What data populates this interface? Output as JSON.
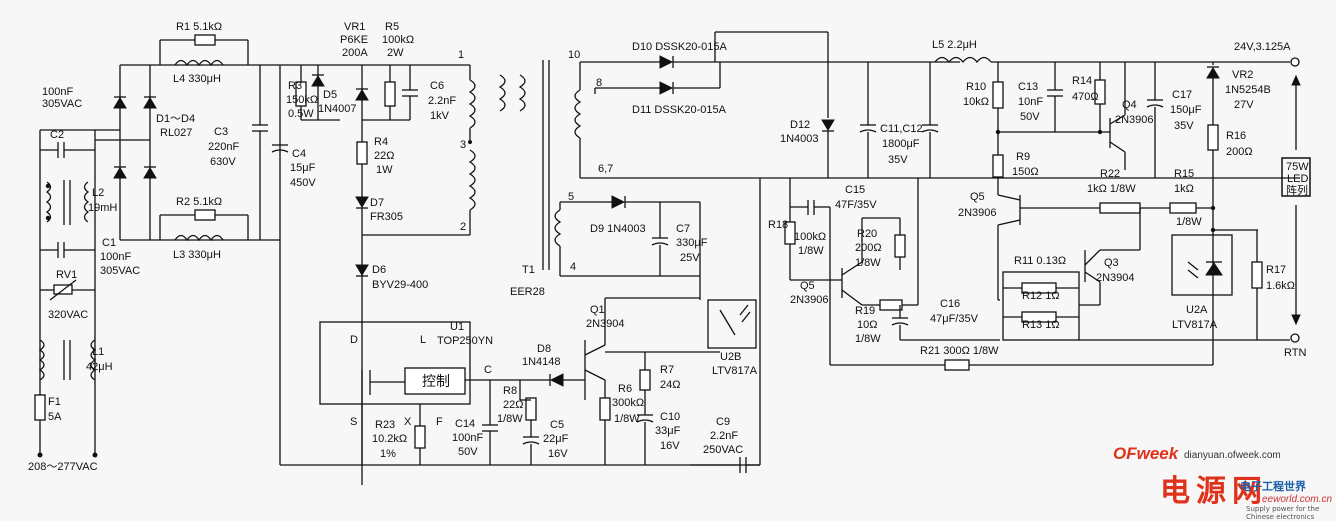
{
  "labels": {
    "C2_cap": "100nF",
    "C2_volt": "305VAC",
    "C2": "C2",
    "L2": "L2",
    "L2_val": "19mH",
    "C1": "C1",
    "C1_cap": "100nF",
    "C1_volt": "305VAC",
    "RV1": "RV1",
    "RV1_val": "320VAC",
    "L1": "L1",
    "L1_val": "42μH",
    "F1": "F1",
    "F1_val": "5A",
    "vin": "208～277VAC",
    "R1": "R1  5.1kΩ",
    "L4": "L4  330μH",
    "D1D4": "D1～D4",
    "D1D4_val": "RL027",
    "C3": "C3",
    "C3_cap": "220nF",
    "C3_volt": "630V",
    "R2": "R2  5.1kΩ",
    "L3": "L3  330μH",
    "R3": "R3",
    "R3_val": "150kΩ",
    "R3_pow": "0.5W",
    "C4": "C4",
    "C4_cap": "15μF",
    "C4_volt": "450V",
    "VR1": "VR1",
    "VR1_type": "P6KE",
    "VR1_val": "200A",
    "D5": "D5",
    "D5_type": "1N4007",
    "R5": "R5",
    "R5_val": "100kΩ",
    "R5_pow": "2W",
    "C6": "C6",
    "C6_cap": "2.2nF",
    "C6_volt": "1kV",
    "R4": "R4",
    "R4_val": "22Ω",
    "R4_pow": "1W",
    "D7": "D7",
    "D7_type": "FR305",
    "D6": "D6",
    "D6_type": "BYV29-400",
    "pin1": "1",
    "pin3": "3",
    "pin2": "2",
    "pin10": "10",
    "pin8": "8",
    "pin67": "6,7",
    "pin5": "5",
    "pin4": "4",
    "D10": "D10  DSSK20-015A",
    "D11": "D11  DSSK20-015A",
    "D9": "D9  1N4003",
    "C7": "C7",
    "C7_cap": "330μF",
    "C7_volt": "25V",
    "T1": "T1",
    "T1_type": "EER28",
    "U1": "U1",
    "U1_type": "TOP250YN",
    "pinD": "D",
    "pinL": "L",
    "pinS": "S",
    "pinX": "X",
    "pinF": "F",
    "pinC": "C",
    "ctrl": "控制",
    "R23": "R23",
    "R23_val": "10.2kΩ",
    "R23_tol": "1%",
    "C14": "C14",
    "C14_cap": "100nF",
    "C14_volt": "50V",
    "R8": "R8",
    "R8_val": "22Ω",
    "R8_pow": "1/8W",
    "C5": "C5",
    "C5_cap": "22μF",
    "C5_volt": "16V",
    "D8": "D8",
    "D8_type": "1N4148",
    "Q1": "Q1",
    "Q1_type": "2N3904",
    "R6": "R6",
    "R6_val": "300kΩ",
    "R6_pow": "1/8W",
    "R7": "R7",
    "R7_val": "24Ω",
    "C10": "C10",
    "C10_cap": "33μF",
    "C10_volt": "16V",
    "C9": "C9",
    "C9_cap": "2.2nF",
    "C9_volt": "250VAC",
    "U2B": "U2B",
    "U2B_type": "LTV817A",
    "D12": "D12",
    "D12_type": "1N4003",
    "C1112": "C11,C12",
    "C1112_cap": "1800μF",
    "C1112_volt": "35V",
    "C15": "C15",
    "C15_val": "47F/35V",
    "R18": "R18",
    "R18_val": "100kΩ",
    "R18_pow": "1/8W",
    "R20": "R20",
    "R20_val": "200Ω",
    "R20_pow": "1/8W",
    "Q5a": "Q5",
    "Q5a_type": "2N3906",
    "R19": "R19",
    "R19_val": "10Ω",
    "R19_pow": "1/8W",
    "C16": "C16",
    "C16_val": "47μF/35V",
    "R21": "R21  300Ω  1/8W",
    "L5": "L5  2.2μH",
    "R10": "R10",
    "R10_val": "10kΩ",
    "C13": "C13",
    "C13_cap": "10nF",
    "C13_volt": "50V",
    "R14": "R14",
    "R14_val": "470Ω",
    "Q4": "Q4",
    "Q4_type": "2N3906",
    "C17": "C17",
    "C17_cap": "150μF",
    "C17_volt": "35V",
    "R9": "R9",
    "R9_val": "150Ω",
    "Q5b": "Q5",
    "Q5b_type": "2N3906",
    "R22": "R22",
    "R22_val": "1kΩ  1/8W",
    "R11": "R11  0.13Ω",
    "R12": "R12  1Ω",
    "R13": "R13  1Ω",
    "Q3": "Q3",
    "Q3_type": "2N3904",
    "R15": "R15",
    "R15_val": "1kΩ",
    "R15_pow": "1/8W",
    "VR2": "VR2",
    "VR2_type": "1N5254B",
    "VR2_val": "27V",
    "R16": "R16",
    "R16_val": "200Ω",
    "R17": "R17",
    "R17_val": "1.6kΩ",
    "U2A": "U2A",
    "U2A_type": "LTV817A",
    "vout": "24V,3.125A",
    "rtn": "RTN",
    "load1": "75W",
    "load2": "LED",
    "load3": "阵列"
  },
  "watermark": {
    "ofweek": "OFweek",
    "site": "dianyuan.ofweek.com",
    "dianyuan": "电源网",
    "eeworld": "电子工程世界",
    "eeworld_url": "eeworld.com.cn",
    "eeworld_tag": "Supply power for the Chinese electronics"
  },
  "colors": {
    "ink": "#111111",
    "brand_red": "#e0321b",
    "brand_blue": "#1a5fa8"
  }
}
